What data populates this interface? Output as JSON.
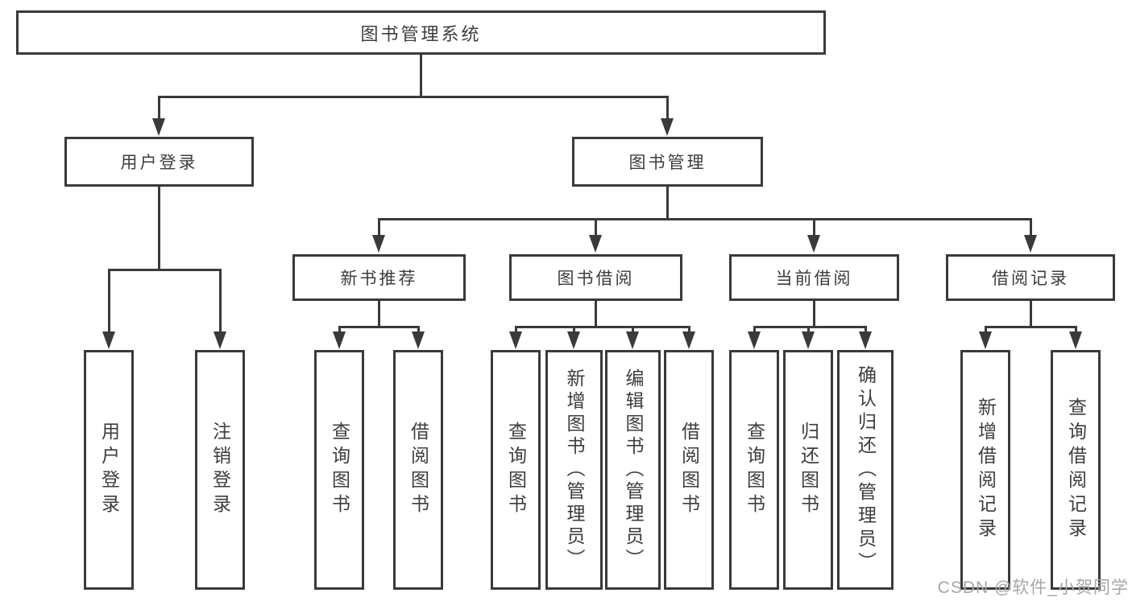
{
  "diagram": {
    "type": "tree",
    "title": "图书管理系统",
    "watermark": "CSDN @软件_小贺同学",
    "colors": {
      "line": "#3a3a3a",
      "text": "#3d3d3d",
      "background": "#ffffff",
      "watermark": "#a6a6a6"
    },
    "nodes": {
      "root": {
        "label": "图书管理系统",
        "children": [
          "user_login_branch",
          "book_mgmt_branch"
        ]
      },
      "user_login_branch": {
        "label": "用户登录",
        "children": [
          "leaf_user_login",
          "leaf_logout"
        ]
      },
      "book_mgmt_branch": {
        "label": "图书管理",
        "children": [
          "new_book_rec",
          "book_borrow",
          "current_borrow",
          "borrow_records"
        ]
      },
      "new_book_rec": {
        "label": "新书推荐",
        "children": [
          "nbr_query",
          "nbr_borrow"
        ]
      },
      "book_borrow": {
        "label": "图书借阅",
        "children": [
          "bb_query",
          "bb_add",
          "bb_edit",
          "bb_borrow"
        ]
      },
      "current_borrow": {
        "label": "当前借阅",
        "children": [
          "cb_query",
          "cb_return",
          "cb_confirm"
        ]
      },
      "borrow_records": {
        "label": "借阅记录",
        "children": [
          "br_add",
          "br_query"
        ]
      },
      "leaf_user_login": {
        "label": "用户登录"
      },
      "leaf_logout": {
        "label": "注销登录"
      },
      "nbr_query": {
        "label": "查询图书"
      },
      "nbr_borrow": {
        "label": "借阅图书"
      },
      "bb_query": {
        "label": "查询图书"
      },
      "bb_add": {
        "label": "新增图书（管理员）"
      },
      "bb_edit": {
        "label": "编辑图书（管理员）"
      },
      "bb_borrow": {
        "label": "借阅图书"
      },
      "cb_query": {
        "label": "查询图书"
      },
      "cb_return": {
        "label": "归还图书"
      },
      "cb_confirm": {
        "label": "确认归还（管理员）"
      },
      "br_add": {
        "label": "新增借阅记录"
      },
      "br_query": {
        "label": "查询借阅记录"
      }
    }
  }
}
